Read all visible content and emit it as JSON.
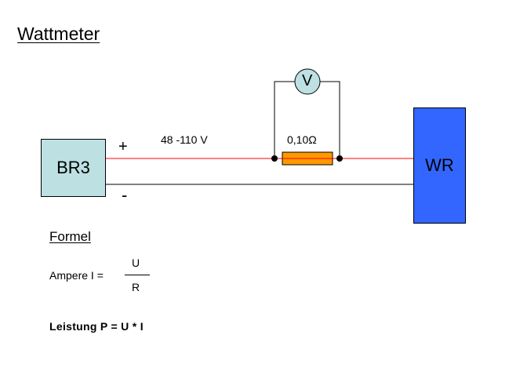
{
  "title": "Wattmeter",
  "components": {
    "source": {
      "label": "BR3",
      "color": "#bde0e3"
    },
    "inverter": {
      "label": "WR",
      "color": "#3366ff"
    },
    "voltmeter": {
      "label": "V",
      "color": "#bde0e3"
    },
    "shunt": {
      "label": "0,10Ω",
      "color": "#ff9900"
    }
  },
  "wires": {
    "positive_label": "+",
    "negative_label": "-",
    "positive_color": "#ff0000",
    "negative_color": "#000000",
    "voltage_range": "48 -110 V"
  },
  "formulas": {
    "heading": "Formel",
    "ampere_lhs": "Ampere I =",
    "ampere_numerator": "U",
    "ampere_denominator": "R",
    "power": "Leistung P = U * I"
  }
}
